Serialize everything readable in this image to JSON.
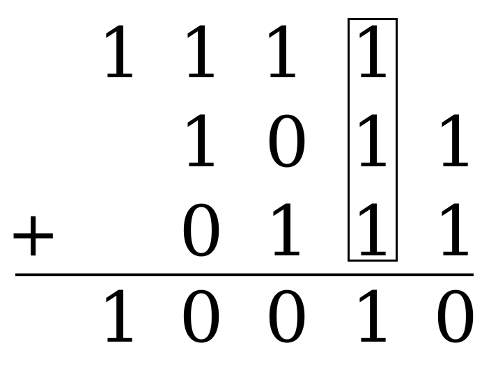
{
  "addition": {
    "columns": 5,
    "carry_row": [
      "",
      "1",
      "1",
      "1",
      "1"
    ],
    "addend_1": [
      "",
      "",
      "1",
      "0",
      "1",
      "1"
    ],
    "addend_2": [
      "",
      "",
      "0",
      "1",
      "1",
      "1"
    ],
    "sum_row": [
      "",
      "1",
      "0",
      "0",
      "1",
      "0"
    ],
    "operator": "+",
    "highlighted_column": 4
  }
}
